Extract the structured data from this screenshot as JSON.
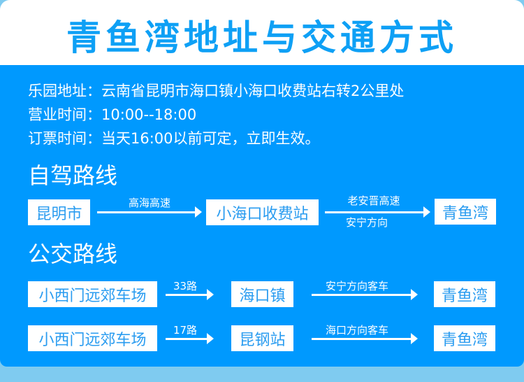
{
  "title": "青鱼湾地址与交通方式",
  "info": [
    {
      "label": "乐园地址：",
      "value": "云南省昆明市海口镇小海口收费站右转2公里处"
    },
    {
      "label": "营业时间：",
      "value": "10:00--18:00"
    },
    {
      "label": "订票时间：",
      "value": "当天16:00以前可定，立即生效。"
    }
  ],
  "drive": {
    "heading": "自驾路线",
    "stops": [
      "昆明市",
      "小海口收费站",
      "青鱼湾"
    ],
    "legs": [
      {
        "above": "高海高速"
      },
      {
        "above": "老安晋高速",
        "below": "安宁方向"
      }
    ]
  },
  "bus": {
    "heading": "公交路线",
    "routes": [
      {
        "stops": [
          "小西门远郊车场",
          "海口镇",
          "青鱼湾"
        ],
        "legs": [
          "33路",
          "安宁方向客车"
        ]
      },
      {
        "stops": [
          "小西门远郊车场",
          "昆钢站",
          "青鱼湾"
        ],
        "legs": [
          "17路",
          "海口方向客车"
        ]
      }
    ]
  }
}
